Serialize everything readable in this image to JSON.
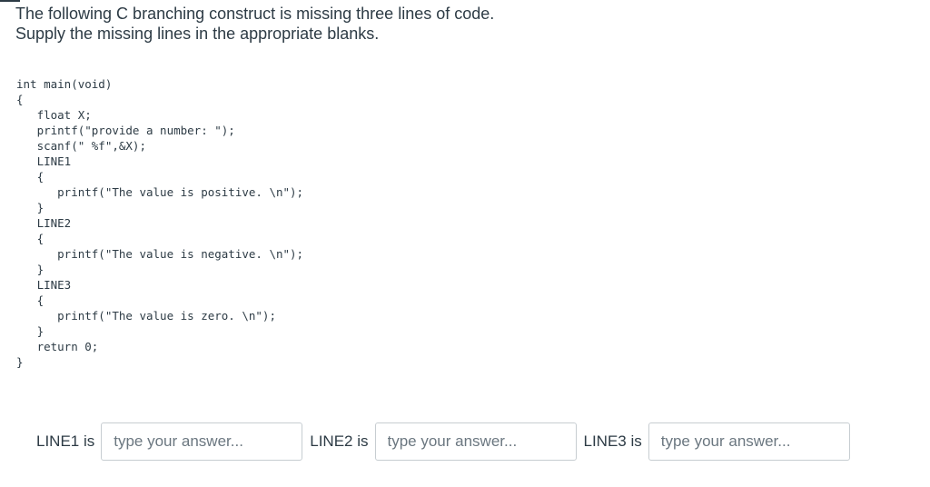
{
  "question": {
    "lines": [
      "The following C branching construct is missing three lines of code.",
      "Supply the missing lines in the appropriate blanks."
    ]
  },
  "code": {
    "lines": [
      "int main(void)",
      "{",
      "   float X;",
      "   printf(\"provide a number: \");",
      "   scanf(\" %f\",&X);",
      "   LINE1",
      "   {",
      "      printf(\"The value is positive. \\n\");",
      "   }",
      "   LINE2",
      "   {",
      "      printf(\"The value is negative. \\n\");",
      "   }",
      "   LINE3",
      "   {",
      "      printf(\"The value is zero. \\n\");",
      "   }",
      "   return 0;",
      "}"
    ]
  },
  "answers": [
    {
      "label": "LINE1 is",
      "value": "",
      "placeholder": "type your answer..."
    },
    {
      "label": "LINE2 is",
      "value": "",
      "placeholder": "type your answer..."
    },
    {
      "label": "LINE3 is",
      "value": "",
      "placeholder": "type your answer..."
    }
  ]
}
